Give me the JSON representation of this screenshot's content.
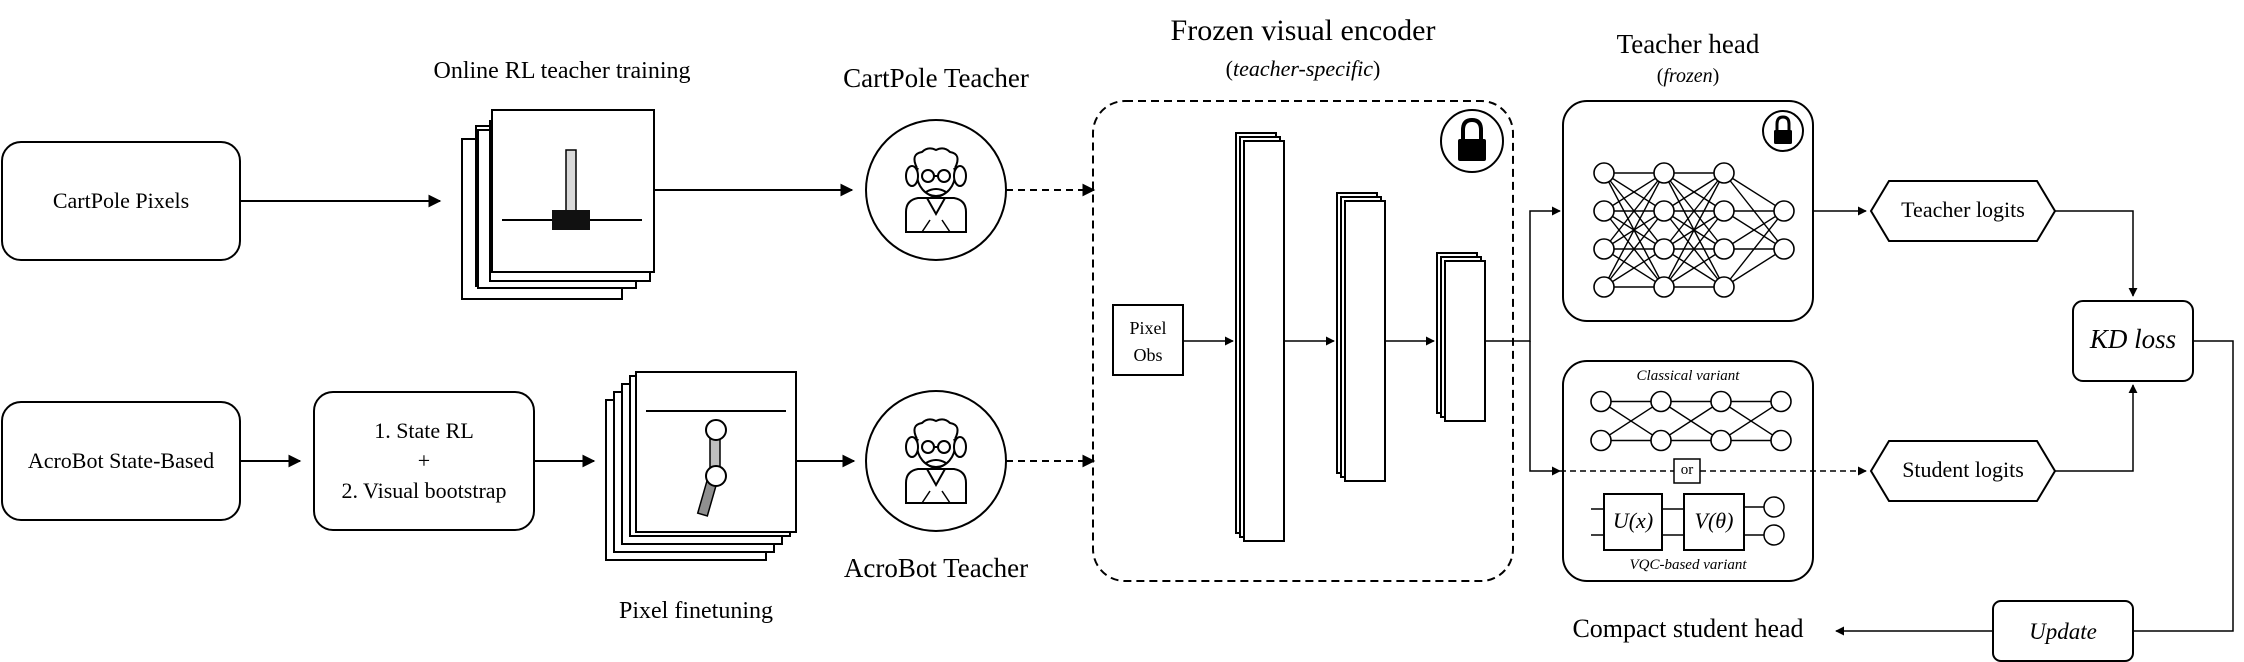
{
  "inputs": {
    "cartpole_pixels": "CartPole Pixels",
    "acrobot_state": "AcroBot State-Based",
    "acrobot_steps": [
      "1. State RL",
      "+",
      "2. Visual bootstrap"
    ]
  },
  "stacks": {
    "online_title": "Online RL teacher training",
    "finetune_title": "Pixel finetuning"
  },
  "teachers": {
    "cartpole": "CartPole Teacher",
    "acrobot": "AcroBot Teacher"
  },
  "encoder": {
    "title": "Frozen visual encoder",
    "subtitle": "teacher-specific",
    "pixel_obs_line1": "Pixel",
    "pixel_obs_line2": "Obs"
  },
  "teacher_head": {
    "title": "Teacher head",
    "subtitle": "frozen"
  },
  "student_head": {
    "classical_label": "Classical variant",
    "or_label": "or",
    "ux_label": "U(x)",
    "vtheta_label": "V(θ)",
    "vqc_label": "VQC-based variant",
    "caption": "Compact student head"
  },
  "outputs": {
    "teacher_logits": "Teacher logits",
    "student_logits": "Student logits",
    "kd_loss": "KD loss",
    "update": "Update"
  },
  "icons": [
    "teacher-icon",
    "lock-icon"
  ]
}
